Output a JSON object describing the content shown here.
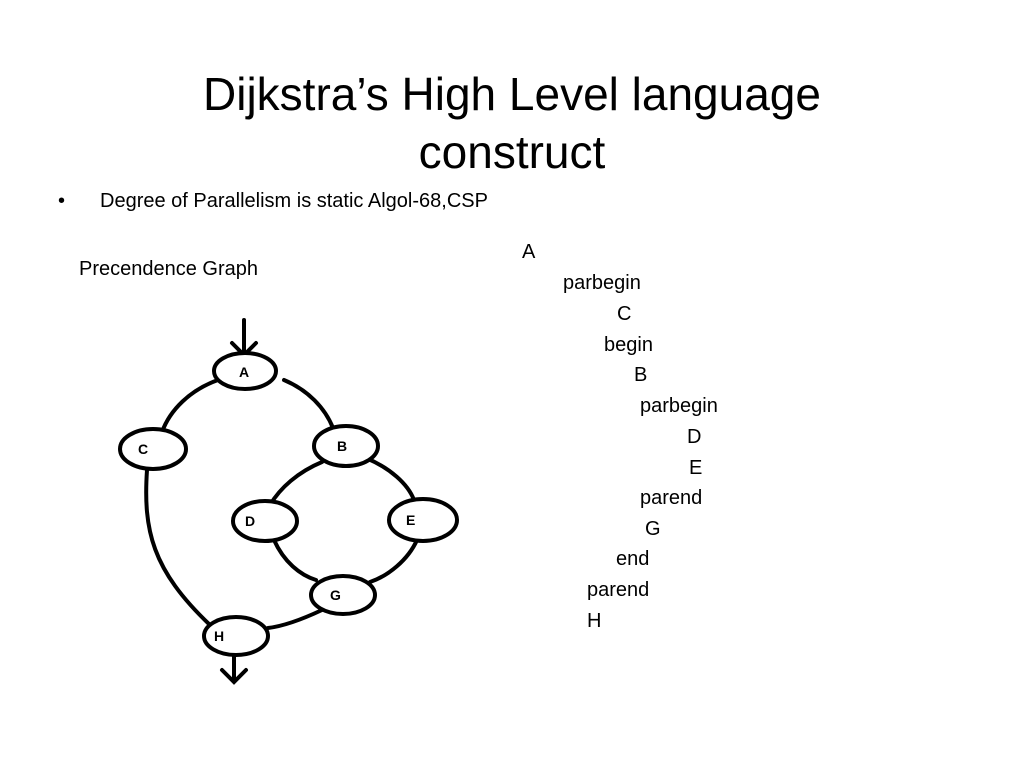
{
  "slide": {
    "title_line1": "Dijkstra’s High Level language",
    "title_line2": "construct",
    "bullet_marker": "•",
    "bullet_text": "Degree of Parallelism is static Algol-68,CSP",
    "graph_label": "Precendence Graph"
  },
  "graph": {
    "nodes": [
      {
        "id": "A",
        "label": "A"
      },
      {
        "id": "B",
        "label": "B"
      },
      {
        "id": "C",
        "label": "C"
      },
      {
        "id": "D",
        "label": "D"
      },
      {
        "id": "E",
        "label": "E"
      },
      {
        "id": "G",
        "label": "G"
      },
      {
        "id": "H",
        "label": "H"
      }
    ],
    "edges": [
      [
        "A",
        "C"
      ],
      [
        "A",
        "B"
      ],
      [
        "B",
        "D"
      ],
      [
        "B",
        "E"
      ],
      [
        "D",
        "G"
      ],
      [
        "E",
        "G"
      ],
      [
        "C",
        "H"
      ],
      [
        "G",
        "H"
      ]
    ]
  },
  "code": {
    "lines": [
      "A",
      "parbegin",
      "C",
      "begin",
      "B",
      "parbegin",
      "D",
      "E",
      "parend",
      "G",
      "end",
      "parend",
      "H"
    ]
  }
}
